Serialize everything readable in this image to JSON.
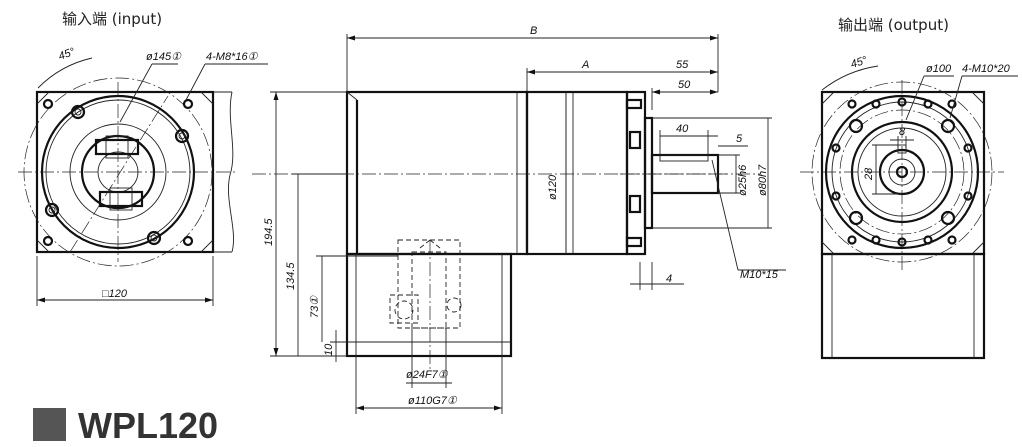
{
  "views": {
    "input": {
      "title": "输入端 (input)",
      "angle": "45°",
      "bore": "ø145①",
      "holes": "4-M8*16①",
      "square": "□120"
    },
    "output": {
      "title": "输出端 (output)",
      "angle": "45°",
      "pcd": "ø100",
      "holes": "4-M10*20",
      "key_width": "8",
      "key_height": "28"
    }
  },
  "side": {
    "B": "B",
    "A": "A",
    "dim_55": "55",
    "dim_50": "50",
    "dim_40": "40",
    "dim_5": "5",
    "dim_4": "4",
    "d120": "ø120",
    "d25": "ø25h6",
    "d80": "ø80h7",
    "thread": "M10*15",
    "h194": "194.5",
    "h134": "134.5",
    "h73": "73①",
    "h10": "10",
    "d24": "ø24F7①",
    "d110": "ø110G7①"
  },
  "model": {
    "name": "WPL120"
  }
}
